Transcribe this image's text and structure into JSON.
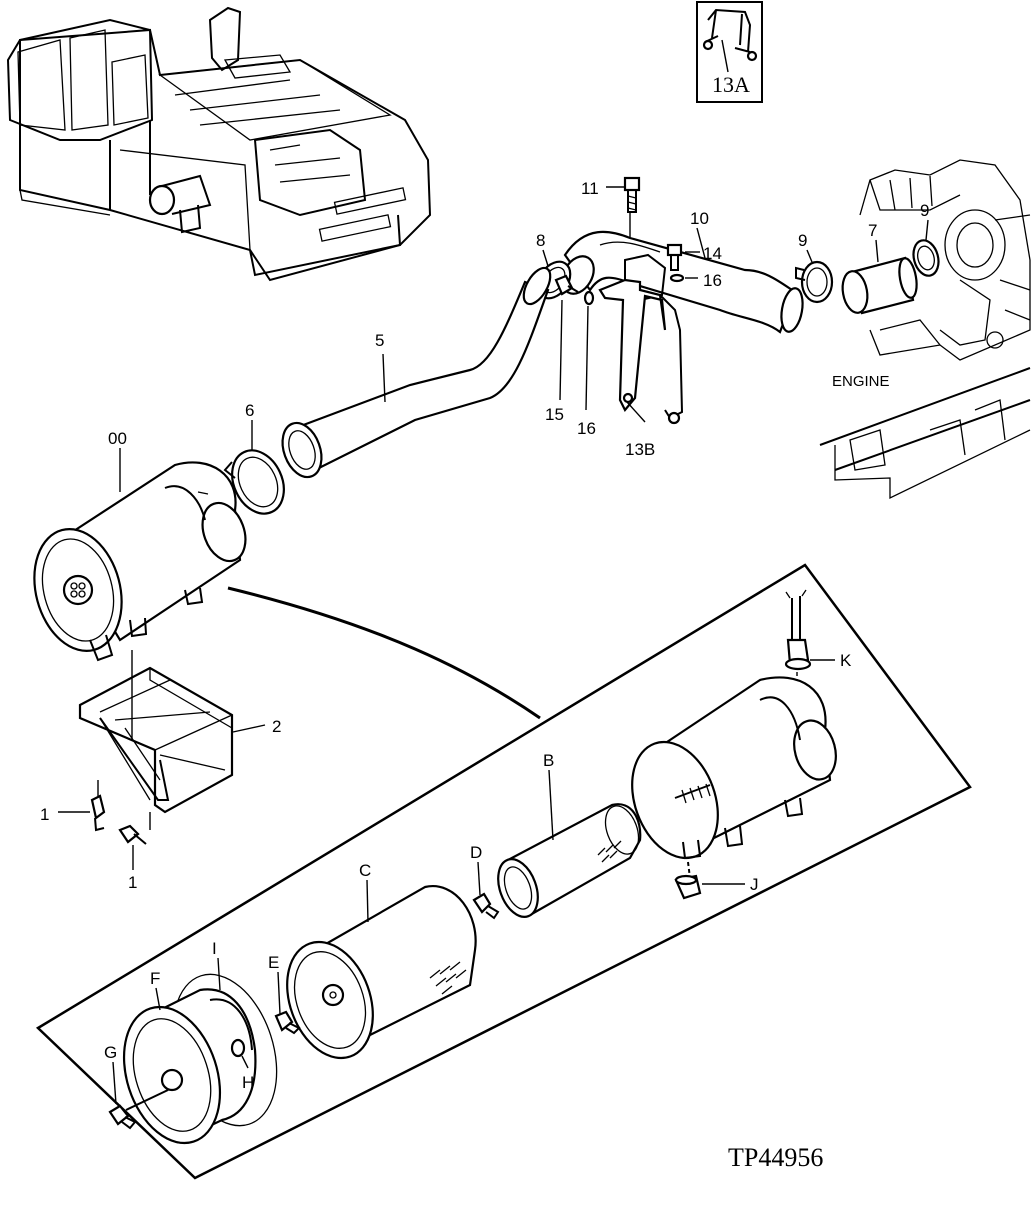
{
  "labels": {
    "l_13a": "13A",
    "l_11": "11",
    "l_10": "10",
    "l_9a": "9",
    "l_9b": "9",
    "l_7": "7",
    "l_8": "8",
    "l_5": "5",
    "l_6": "6",
    "l_00": "00",
    "l_14": "14",
    "l_16a": "16",
    "l_15": "15",
    "l_16b": "16",
    "l_13b": "13B",
    "l_2": "2",
    "l_1a": "1",
    "l_1b": "1",
    "l_K": "K",
    "l_B": "B",
    "l_C": "C",
    "l_D": "D",
    "l_J": "J",
    "l_I": "I",
    "l_F": "F",
    "l_E": "E",
    "l_G": "G",
    "l_H": "H"
  },
  "engine_label": "ENGINE",
  "figure_code": "TP44956"
}
